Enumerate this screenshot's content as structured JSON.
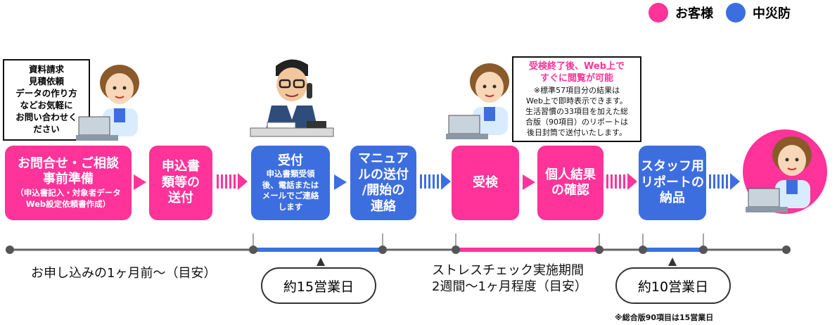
{
  "legend": {
    "customer": {
      "label": "お客様",
      "color": "#ff3399"
    },
    "provider": {
      "label": "中災防",
      "color": "#3d6ee0"
    }
  },
  "callout1": {
    "lines": [
      "資料請求",
      "見積依頼",
      "データの作り方",
      "などお気軽に",
      "お問い合わせく",
      "ださい"
    ]
  },
  "callout2": {
    "highlight": [
      "受検終了後、Web上で",
      "すぐに閲覧が可能"
    ],
    "note": [
      "※標準57項目分の結果は",
      "Web上で即時表示できます。",
      "生活習慣の33項目を加えた総",
      "合版（90項目）のリポートは",
      "後日封筒で送付いたします。"
    ]
  },
  "steps": {
    "s1": {
      "title": [
        "お問合せ・ご相談",
        "事前準備"
      ],
      "sub": [
        "（申込書記入・対象者データ",
        "Web設定依頼書作成）"
      ],
      "owner": "customer"
    },
    "s2": {
      "title": [
        "申込書",
        "類等の",
        "送付"
      ],
      "owner": "customer"
    },
    "s3": {
      "title": [
        "受付"
      ],
      "sub": [
        "申込書類受領",
        "後、電話または",
        "メールでご連絡",
        "します"
      ],
      "owner": "provider"
    },
    "s4": {
      "title": [
        "マニュア",
        "ルの送付",
        "/開始の",
        "連絡"
      ],
      "owner": "provider"
    },
    "s5": {
      "title": [
        "受検"
      ],
      "owner": "customer"
    },
    "s6": {
      "title": [
        "個人結果",
        "の確認"
      ],
      "owner": "customer"
    },
    "s7": {
      "title": [
        "スタッフ用",
        "リポートの",
        "納品"
      ],
      "owner": "provider"
    }
  },
  "timeline": {
    "left_text": "お申し込みの1ヶ月前～（目安）",
    "period1": "約15営業日",
    "stress_period": [
      "ストレスチェック実施期間",
      "2週間～1ヶ月程度（目安）"
    ],
    "period2": "約10営業日",
    "footnote": "※総合版90項目は15営業日"
  },
  "icons": [
    "person-woman-laptop-icon",
    "person-man-phone-icon",
    "arrow-right-icon"
  ]
}
